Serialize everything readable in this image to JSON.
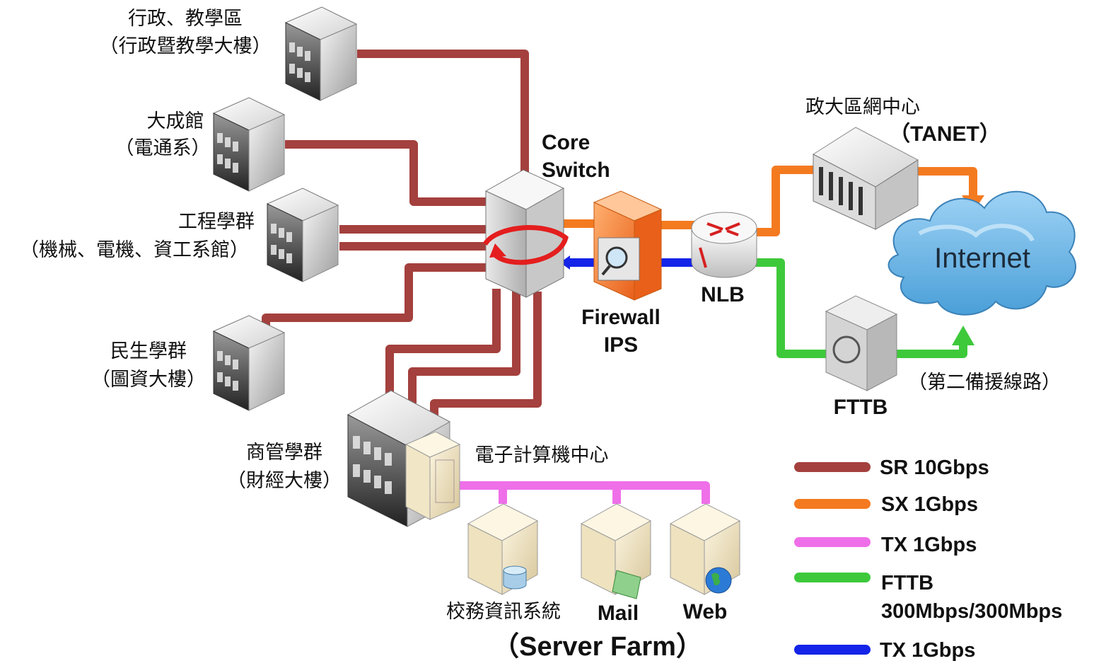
{
  "buildings": {
    "admin": {
      "name": "行政、教學區",
      "sub": "（行政暨教學大樓）"
    },
    "dacheng": {
      "name": "大成館",
      "sub": "（電通系）"
    },
    "engineering": {
      "name": "工程學群",
      "sub": "（機械、電機、資工系館）"
    },
    "minsheng": {
      "name": "民生學群",
      "sub": "（圖資大樓）"
    },
    "business": {
      "name": "商管學群",
      "sub": "（財經大樓）"
    }
  },
  "core_switch": {
    "line1": "Core",
    "line2": "Switch"
  },
  "firewall": {
    "line1": "Firewall",
    "line2": "IPS"
  },
  "nlb": {
    "label": "NLB"
  },
  "tanet": {
    "name": "政大區網中心",
    "sub": "（TANET）"
  },
  "internet": {
    "label": "Internet"
  },
  "fttb": {
    "label": "FTTB",
    "note": "（第二備援線路）"
  },
  "computer_center": {
    "label": "電子計算機中心"
  },
  "servers": [
    {
      "label": "校務資訊系統"
    },
    {
      "label": "Mail"
    },
    {
      "label": "Web"
    }
  ],
  "server_farm": {
    "label": "（Server Farm）"
  },
  "legend": [
    {
      "label": "SR 10Gbps",
      "color": "#a4403d"
    },
    {
      "label": "SX 1Gbps",
      "color": "#f47a20"
    },
    {
      "label": "TX 1Gbps",
      "color": "#ef6fe9"
    },
    {
      "label": "FTTB",
      "label2": "300Mbps/300Mbps",
      "color": "#3ec93b"
    },
    {
      "label": "TX 1Gbps",
      "color": "#1424e8"
    }
  ]
}
